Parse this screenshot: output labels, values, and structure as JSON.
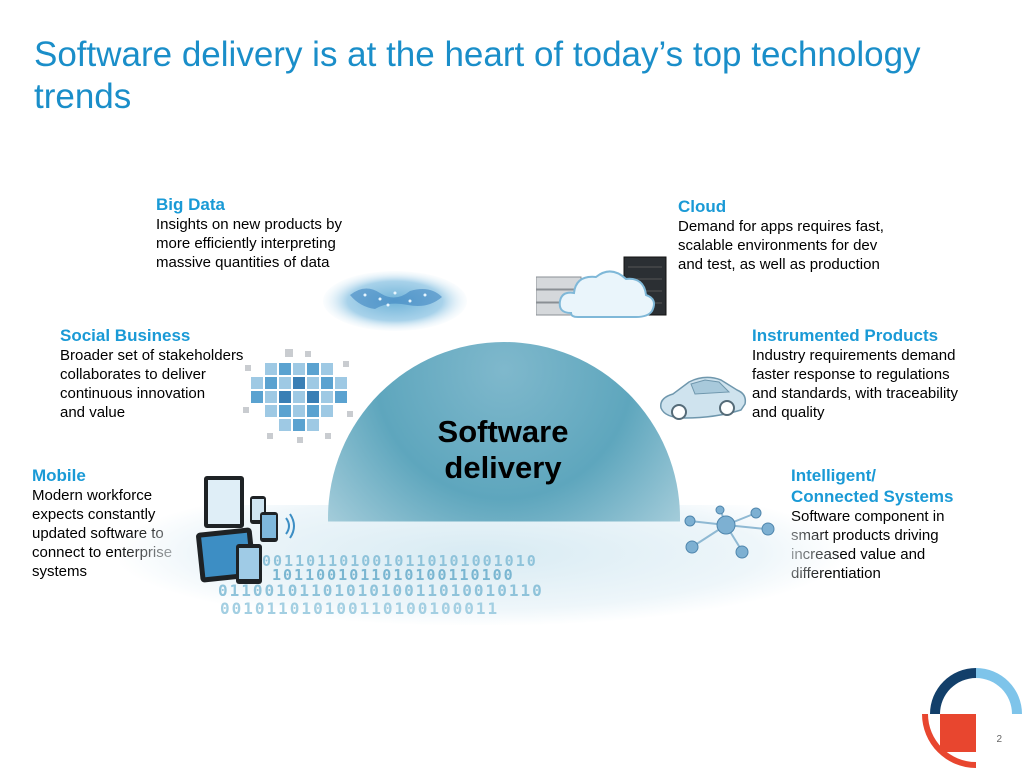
{
  "title": "Software delivery is at the heart of today’s top technology trends",
  "center_label_line1": "Software",
  "center_label_line2": "delivery",
  "trends": {
    "big_data": {
      "heading": "Big Data",
      "lines": [
        "Insights on new products by",
        "more efficiently interpreting",
        "massive quantities of data"
      ]
    },
    "cloud": {
      "heading": "Cloud",
      "lines": [
        "Demand for apps requires fast,",
        "scalable environments for dev",
        "and test, as well as production"
      ]
    },
    "social": {
      "heading": "Social Business",
      "lines": [
        "Broader set of stakeholders",
        "collaborates to deliver",
        "continuous innovation",
        "and value"
      ]
    },
    "instrumented": {
      "heading": "Instrumented Products",
      "lines": [
        "Industry requirements demand",
        "faster response to regulations",
        "and standards, with traceability",
        "and quality"
      ]
    },
    "mobile": {
      "heading": "Mobile",
      "lines": [
        "Modern workforce",
        "expects constantly",
        "updated software to",
        "connect to enterprise",
        "systems"
      ]
    },
    "intelligent": {
      "heading_line1": "Intelligent/",
      "heading_line2": "Connected Systems",
      "lines": [
        "Software component in",
        "smart products driving",
        "increased value and",
        "differentiation"
      ]
    }
  },
  "binary_rows": [
    "0011011010010110101001010",
    "1011001011010100110100",
    "0110010110101010011010010110",
    "001011010100110100100011"
  ],
  "page_number": "2",
  "colors": {
    "accent": "#1a9ad6",
    "title": "#1a8ec9",
    "logo_dark": "#123f6a",
    "logo_light": "#7ec4ea",
    "logo_red": "#e8462f"
  }
}
